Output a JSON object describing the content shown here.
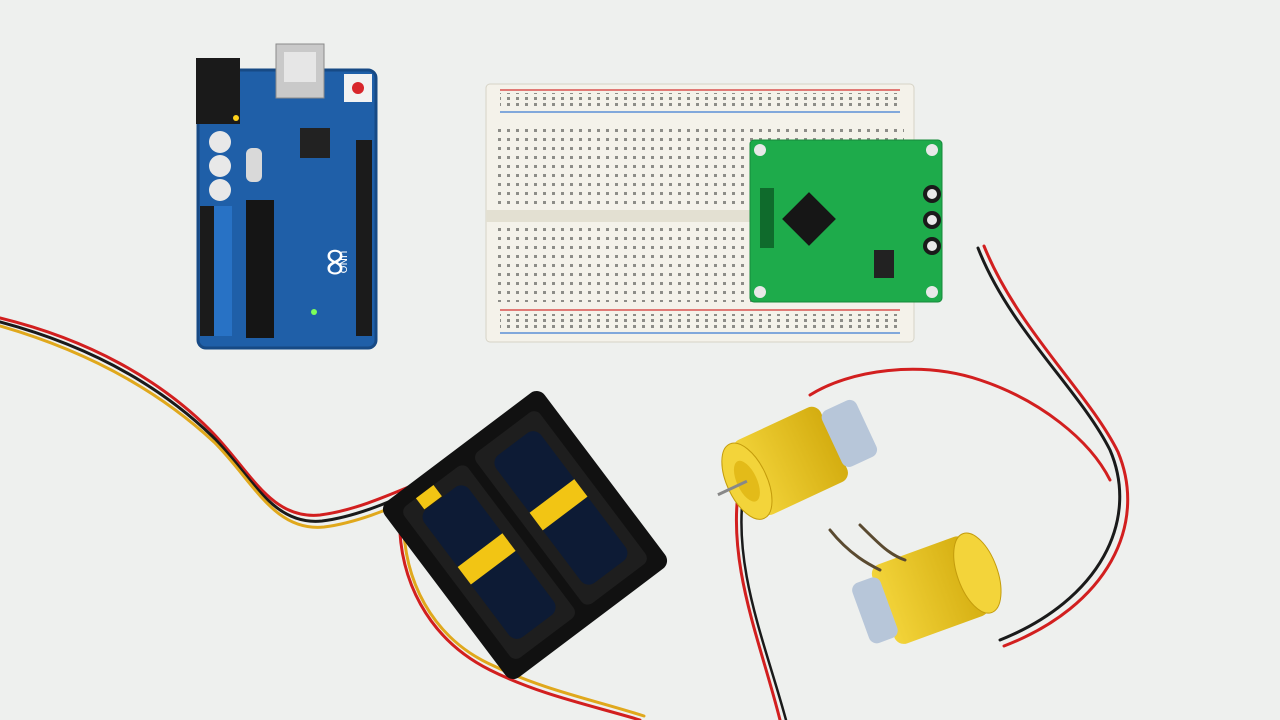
{
  "scene": {
    "background": "#eef0ee",
    "objects": [
      {
        "name": "microcontroller-board",
        "color": "#1f5fa8"
      },
      {
        "name": "breadboard",
        "color": "#f4f2ea"
      },
      {
        "name": "motor-driver-module",
        "color": "#1eab4b"
      },
      {
        "name": "battery-holder",
        "color": "#111111"
      },
      {
        "name": "dc-motor",
        "count": 2,
        "color": "#e8c21a"
      },
      {
        "name": "jumper-wires",
        "colors": [
          "#d21f1f",
          "#1a1a1a",
          "#e0a81c"
        ]
      }
    ],
    "board_text": {
      "brand": "∞",
      "label": "UNO"
    }
  }
}
